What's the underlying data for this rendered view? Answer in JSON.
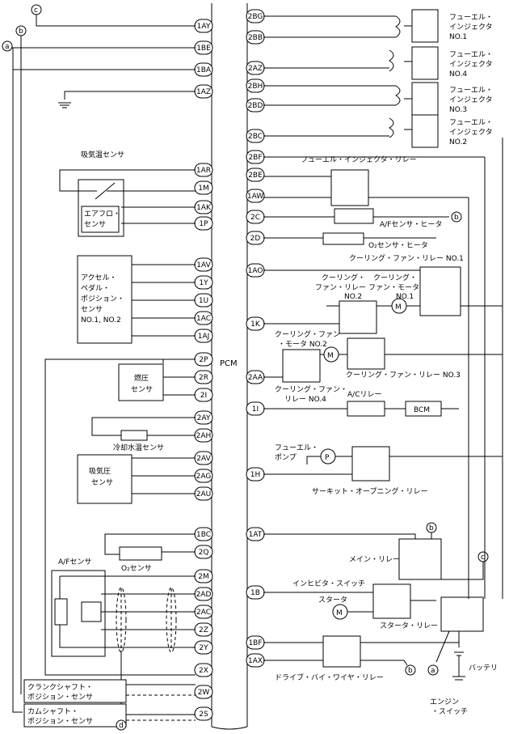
{
  "pcm_label": "PCM",
  "left_pins": [
    "1AY",
    "1BE",
    "1BA",
    "1AZ",
    "1AR",
    "1M",
    "1AK",
    "1P",
    "1AV",
    "1Y",
    "1U",
    "1AC",
    "1AJ",
    "2P",
    "2R",
    "2I",
    "2AY",
    "2AH",
    "2AV",
    "2AG",
    "2AU",
    "1BC",
    "2Q",
    "2M",
    "2AD",
    "2AC",
    "2Z",
    "2Y",
    "2X",
    "2W",
    "2S"
  ],
  "right_pins": [
    "2BG",
    "2BB",
    "2AZ",
    "2BH",
    "2BD",
    "2BC",
    "2BF",
    "2BE",
    "1AW",
    "2C",
    "2D",
    "1AO",
    "1K",
    "2AA",
    "1I",
    "1H",
    "1AT",
    "1B",
    "1BF",
    "1AX"
  ],
  "markers": {
    "a": "a",
    "b": "b",
    "c": "c",
    "d": "d"
  },
  "left_labels": {
    "intake_air_temp_sensor": "吸気温センサ",
    "airflow_sensor_1": "エアフロ・",
    "airflow_sensor_2": "センサ",
    "accel_1": "アクセル・",
    "accel_2": "ペダル・",
    "accel_3": "ポジション・",
    "accel_4": "センサ",
    "accel_5": "NO.1, NO.2",
    "fuel_pressure_1": "燃圧",
    "fuel_pressure_2": "センサ",
    "coolant_temp_sensor": "冷却水温センサ",
    "map_sensor_1": "吸気圧",
    "map_sensor_2": "センサ",
    "o2_sensor": "O₂センサ",
    "af_sensor": "A/Fセンサ",
    "crank_1": "クランクシャフト・",
    "crank_2": "ポジション・センサ",
    "cam_1": "カムシャフト・",
    "cam_2": "ポジション・センサ"
  },
  "right_labels": {
    "inj1": [
      "フューエル・",
      "インジェクタ",
      "NO.1"
    ],
    "inj4": [
      "フューエル・",
      "インジェクタ",
      "NO.4"
    ],
    "inj3": [
      "フューエル・",
      "インジェクタ",
      "NO.3"
    ],
    "inj2": [
      "フューエル・",
      "インジェクタ",
      "NO.2"
    ],
    "injector_relay": "フューエル・インジェクタ・リレー",
    "af_heater": "A/Fセンサ・ヒータ",
    "o2_heater": "O₂センサ・ヒータ",
    "cf_relay1": "クーリング・ファン・リレー NO.1",
    "cf_relay2_1": "クーリング・",
    "cf_relay2_2": "ファン・リレー",
    "cf_relay2_3": "NO.2",
    "cf_motor1_1": "クーリング・",
    "cf_motor1_2": "ファン・モータ",
    "cf_motor1_3": "NO.1",
    "cf_motor2_1": "クーリング・ファン",
    "cf_motor2_2": "・モータ NO.2",
    "cf_relay3": "クーリング・ファン・リレー NO.3",
    "cf_relay4_1": "クーリング・ファン・",
    "cf_relay4_2": "リレー NO.4",
    "ac_relay": "A/Cリレー",
    "bcm": "BCM",
    "fuel_pump_1": "フューエル・",
    "fuel_pump_2": "ポンプ",
    "circuit_opening_relay": "サーキット・オープニング・リレー",
    "main_relay": "メイン・リレー",
    "inhibitor_switch": "インヒビタ・スイッチ",
    "starter": "スタータ",
    "starter_relay": "スタータ・リレー",
    "dbw_relay": "ドライブ・バイ・ワイヤ・リレー",
    "battery": "バッテリ",
    "ignition_1": "エンジン",
    "ignition_2": "・スイッチ",
    "motor_symbol": "M",
    "pump_symbol": "P"
  }
}
